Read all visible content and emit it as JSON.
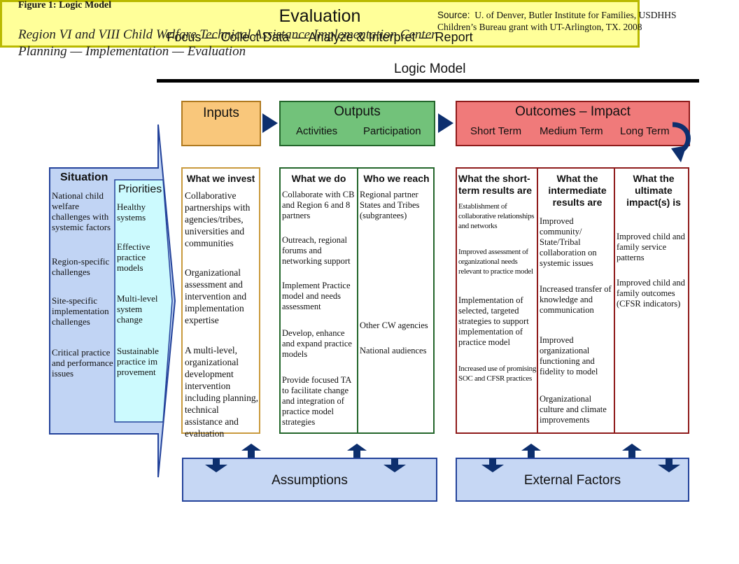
{
  "figure_label": "Figure 1: Logic Model",
  "title_line1": "Region VI  and VIII Child Welfare Technical Assistance Implementation Center",
  "title_line2": "Planning — Implementation — Evaluation",
  "source": {
    "label": "Source:",
    "line1": "U. of Denver, Butler Institute for Families, USDHHS",
    "line2": "Children’s Bureau grant with UT-Arlington, TX. 2008"
  },
  "logic_model_heading": "Logic Model",
  "headers": {
    "inputs": "Inputs",
    "outputs": "Outputs",
    "activities": "Activities",
    "participation": "Participation",
    "outcomes": "Outcomes – Impact",
    "short_term": "Short Term",
    "medium_term": "Medium Term",
    "long_term": "Long Term"
  },
  "situation": {
    "title": "Situation",
    "items": [
      "National child welfare challenges with systemic factors",
      "Region-specific challenges",
      "Site-specific implementation challenges",
      "Critical practice and performance issues"
    ]
  },
  "priorities": {
    "title": "Priorities",
    "items": [
      "Healthy systems",
      "Effective practice models",
      "Multi-level system change",
      "Sustainable practice improvement"
    ]
  },
  "invest": {
    "title": "What we invest",
    "items": [
      "Collaborative partnerships with agencies/tribes, universities and communities",
      "Organizational assessment and intervention and implementation expertise",
      "A multi-level, organizational development intervention including planning, technical assistance and evaluation"
    ]
  },
  "do": {
    "title": "What we do",
    "items": [
      "Collaborate with CB and Region 6 and 8 partners",
      "Outreach, regional forums and networking support",
      "Implement Practice model  and needs assessment",
      "Develop, enhance and expand practice models",
      "Provide focused TA to facilitate change and integration of practice model strategies"
    ]
  },
  "reach": {
    "title": "Who we reach",
    "items": [
      "Regional partner States and Tribes (subgrantees)",
      "Other CW agencies",
      "National audiences"
    ]
  },
  "short_results": {
    "title_line1": "What the short-",
    "title_line2": "term results are",
    "items": [
      "Establishment of collaborative relationships and networks",
      "Improved assessment of organizational needs relevant to practice model",
      "Implementation of selected, targeted strategies to support implementation of practice model",
      "Increased use of promising SOC and CFSR practices"
    ]
  },
  "intermediate_results": {
    "title": "What the intermediate results are",
    "items": [
      "Improved community/ State/Tribal collaboration on systemic issues",
      "Increased transfer of knowledge and communication",
      "Improved organizational functioning and fidelity to model",
      "Organizational culture and climate improvements"
    ]
  },
  "ultimate_impact": {
    "title": "What the ultimate impact(s) is",
    "items": [
      "Improved child and family service patterns",
      "Improved child and family outcomes (CFSR indicators)"
    ]
  },
  "assumptions": "Assumptions",
  "external_factors": "External Factors",
  "evaluation": {
    "title": "Evaluation",
    "subtitle": "Focus — Collect Data — Analyze & Interpret — Report"
  },
  "colors": {
    "inputs_fill": "#f9c77b",
    "outputs_fill": "#72c27a",
    "outcomes_fill": "#f07a7a",
    "situation_fill": "#c1d4f4",
    "priorities_fill": "#ccfafe",
    "arrow_navy": "#0d2f6e",
    "footer_blue": "#c6d7f4",
    "evaluation_yellow": "#ffff99"
  }
}
